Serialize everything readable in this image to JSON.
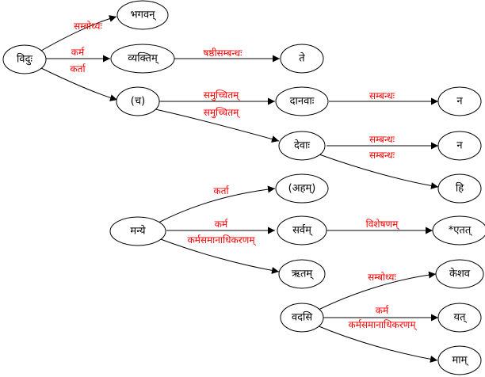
{
  "colors": {
    "edge_label": "#ff0000",
    "node_stroke": "#000000",
    "node_text": "#000000"
  },
  "nodes": {
    "vidu": "विदुः",
    "bhagavan": "भगवन्",
    "vyaktim": "व्यक्तिम्",
    "te": "ते",
    "ca": "(च)",
    "danavah": "दानवाः",
    "na1": "न",
    "devah": "देवाः",
    "na2": "न",
    "hi": "हि",
    "aham": "(अहम्)",
    "manye": "मन्ये",
    "sarvam": "सर्वम्",
    "etat": "*एतत्",
    "rtam": "ऋतम्",
    "keshava": "केशव",
    "vadasi": "वदसि",
    "yat": "यत्",
    "mam": "माम्"
  },
  "edge_labels": {
    "vidu_bhagavan": "सम्बोध्यः",
    "vidu_vyaktim": "कर्म",
    "vidu_ca": "कर्ता",
    "vyaktim_te": "षष्ठीसम्बन्धः",
    "ca_danavah": "समुच्चितम्",
    "ca_devah": "समुच्चितम्",
    "danavah_na1": "सम्बन्धः",
    "devah_na2": "सम्बन्धः",
    "devah_hi": "सम्बन्धः",
    "manye_aham": "कर्ता",
    "manye_sarvam": "कर्म",
    "manye_rtam": "कर्मसमानाधिकरणम्",
    "sarvam_etat": "विशेषणम्",
    "vadasi_keshava": "सम्बोध्यः",
    "vadasi_yat": "कर्म",
    "vadasi_mam": "कर्मसमानाधिकरणम्"
  }
}
